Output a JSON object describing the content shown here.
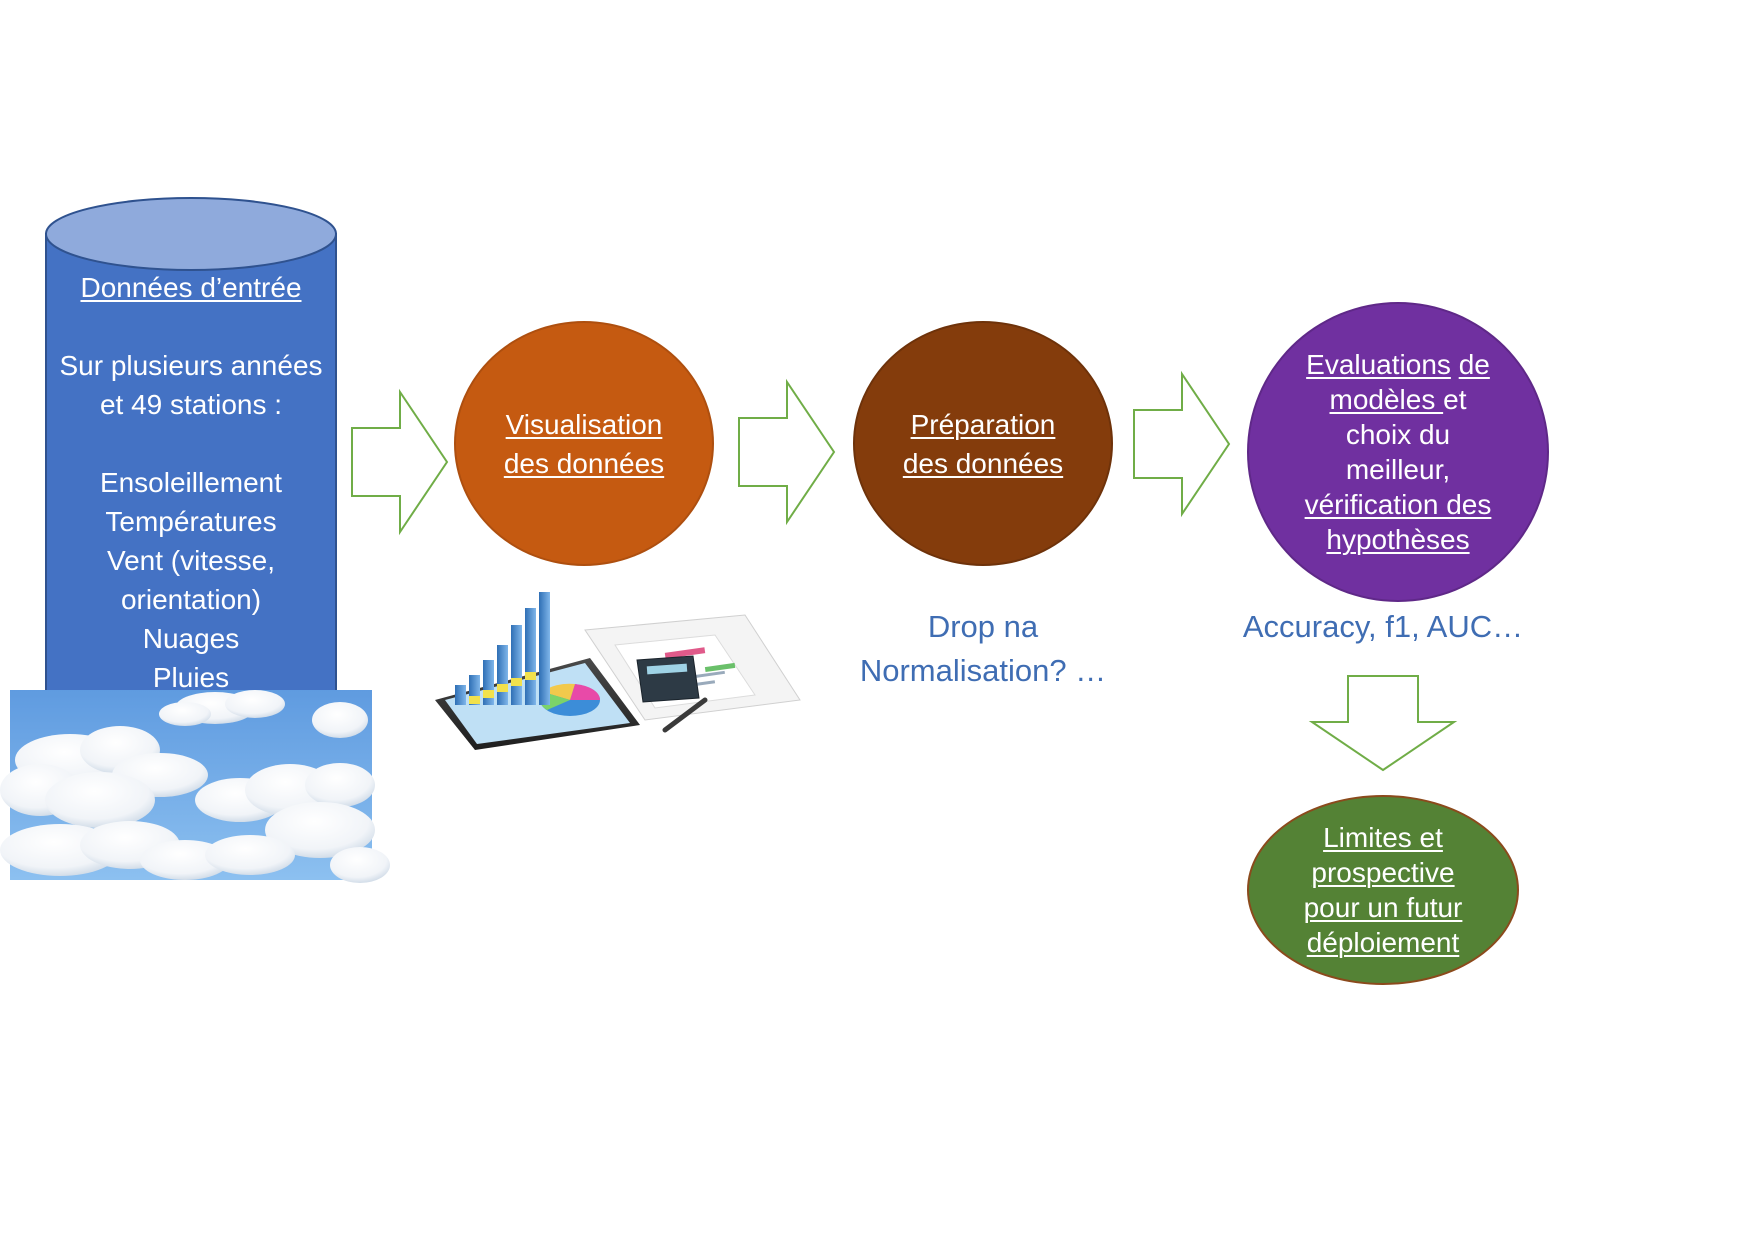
{
  "colors": {
    "cylinder_body": "#4472c4",
    "cylinder_top": "#8faadc",
    "visualisation": "#c55a11",
    "preparation": "#843c0c",
    "evaluation": "#7030a0",
    "limites": "#548235",
    "arrow_stroke": "#70ad47",
    "caption_text": "#3f6db3"
  },
  "input_data": {
    "title": "Données d’entrée",
    "scope_lines": [
      "Sur plusieurs années",
      "et 49 stations :"
    ],
    "variables": [
      "Ensoleillement",
      "Températures",
      "Vent (vitesse,",
      "orientation)",
      "Nuages",
      "Pluies",
      "…."
    ]
  },
  "steps": {
    "visualisation": {
      "lines": [
        "Visualisation",
        "des données"
      ]
    },
    "preparation": {
      "lines": [
        "Préparation",
        "des données"
      ],
      "caption_lines": [
        "Drop na",
        "Normalisation? …"
      ]
    },
    "evaluation": {
      "line1_a": "Evaluations",
      "line1_b": "de",
      "line2_a": "modèles ",
      "line2_b": "et",
      "line3": "choix du",
      "line4": "meilleur,",
      "line5": "vérification des",
      "line6": "hypothèses",
      "caption": "Accuracy, f1, AUC…"
    },
    "limites": {
      "lines": [
        "Limites et",
        "prospective",
        "pour un futur",
        "déploiement"
      ]
    }
  }
}
